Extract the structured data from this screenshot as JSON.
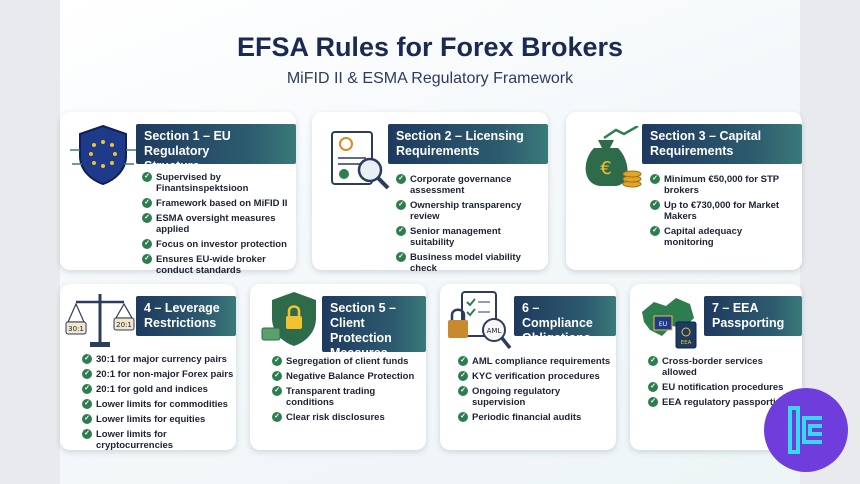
{
  "header": {
    "title": "EFSA Rules for Forex Brokers",
    "subtitle": "MiFID II & ESMA Regulatory Framework"
  },
  "cards": [
    {
      "banner": [
        "Section 1 – EU Regulatory",
        "Structure"
      ],
      "icon": "eu-shield-icon",
      "bullets": [
        "Supervised by Finantsinspektsioon",
        "Framework based on MiFID II",
        "ESMA oversight measures applied",
        "Focus on investor protection",
        "Ensures EU-wide broker conduct standards"
      ]
    },
    {
      "banner": [
        "Section 2 – Licensing",
        "Requirements"
      ],
      "icon": "license-document-icon",
      "bullets": [
        "Corporate governance assessment",
        "Ownership transparency review",
        "Senior management suitability",
        "Business model viability check"
      ]
    },
    {
      "banner": [
        "Section 3 – Capital",
        "Requirements"
      ],
      "icon": "money-bag-icon",
      "bullets": [
        "Minimum €50,000 for STP brokers",
        "Up to €730,000 for Market Makers",
        "Capital adequacy monitoring"
      ]
    },
    {
      "banner": [
        "4 – Leverage",
        "Restrictions"
      ],
      "icon": "balance-scale-icon",
      "scale_labels": [
        "30:1",
        "20:1"
      ],
      "bullets": [
        "30:1 for major currency pairs",
        "20:1 for non-major Forex pairs",
        "20:1 for gold and indices",
        "Lower limits for commodities",
        "Lower limits for equities",
        "Lower limits for cryptocurrencies"
      ]
    },
    {
      "banner": [
        "Section 5 –",
        "Client Protection",
        "Measures"
      ],
      "icon": "shield-padlock-icon",
      "bullets": [
        "Segregation of client funds",
        "Negative Balance Protection",
        "Transparent trading conditions",
        "Clear risk disclosures"
      ]
    },
    {
      "banner": [
        "6 – Compliance",
        "Obligations"
      ],
      "icon": "compliance-checklist-icon",
      "badge": "AML",
      "bullets": [
        "AML compliance requirements",
        "KYC verification procedures",
        "Ongoing regulatory supervision",
        "Periodic financial audits"
      ]
    },
    {
      "banner": [
        "7 – EEA",
        "Passporting"
      ],
      "icon": "europe-map-passport-icon",
      "map_labels": [
        "EU",
        "EEA"
      ],
      "bullets": [
        "Cross-border services allowed",
        "EU notification procedures",
        "EEA regulatory passporting"
      ]
    }
  ],
  "colors": {
    "title": "#1b2a55",
    "banner_dark": "#1e3a5f",
    "banner_teal": "#3a7a7a",
    "check": "#2e7d4f",
    "brand_logo": "#6f3ddb"
  }
}
